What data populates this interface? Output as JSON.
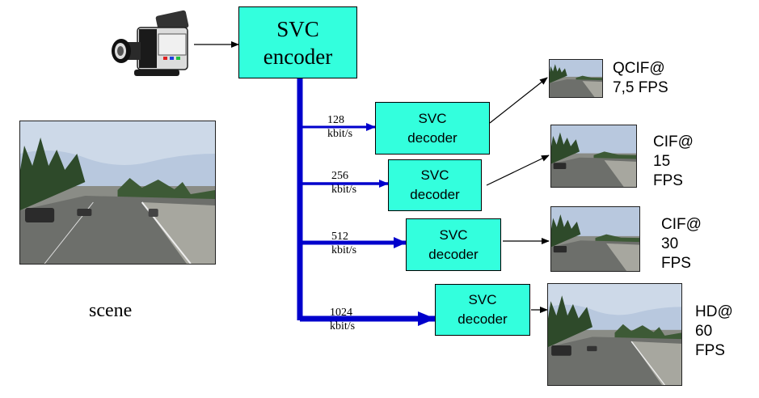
{
  "encoder": {
    "line1": "SVC",
    "line2": "encoder"
  },
  "scene_label": "scene",
  "streams": [
    {
      "rate_value": "128",
      "rate_unit": "kbit/s",
      "decoder_line1": "SVC",
      "decoder_line2": "decoder",
      "output_line1": "QCIF@",
      "output_line2": "7,5 FPS"
    },
    {
      "rate_value": "256",
      "rate_unit": "kbit/s",
      "decoder_line1": "SVC",
      "decoder_line2": "decoder",
      "output_line1": "CIF@",
      "output_line2": "15",
      "output_line3": "FPS"
    },
    {
      "rate_value": "512",
      "rate_unit": "kbit/s",
      "decoder_line1": "SVC",
      "decoder_line2": "decoder",
      "output_line1": "CIF@",
      "output_line2": "30",
      "output_line3": "FPS"
    },
    {
      "rate_value": "1024",
      "rate_unit": "kbit/s",
      "decoder_line1": "SVC",
      "decoder_line2": "decoder",
      "output_line1": "HD@",
      "output_line2": "60",
      "output_line3": "FPS"
    }
  ],
  "colors": {
    "box_fill": "#33ffdd",
    "bus": "#0000cc",
    "arrow": "#000000"
  },
  "icons": {
    "camera": "video-camera-icon"
  }
}
